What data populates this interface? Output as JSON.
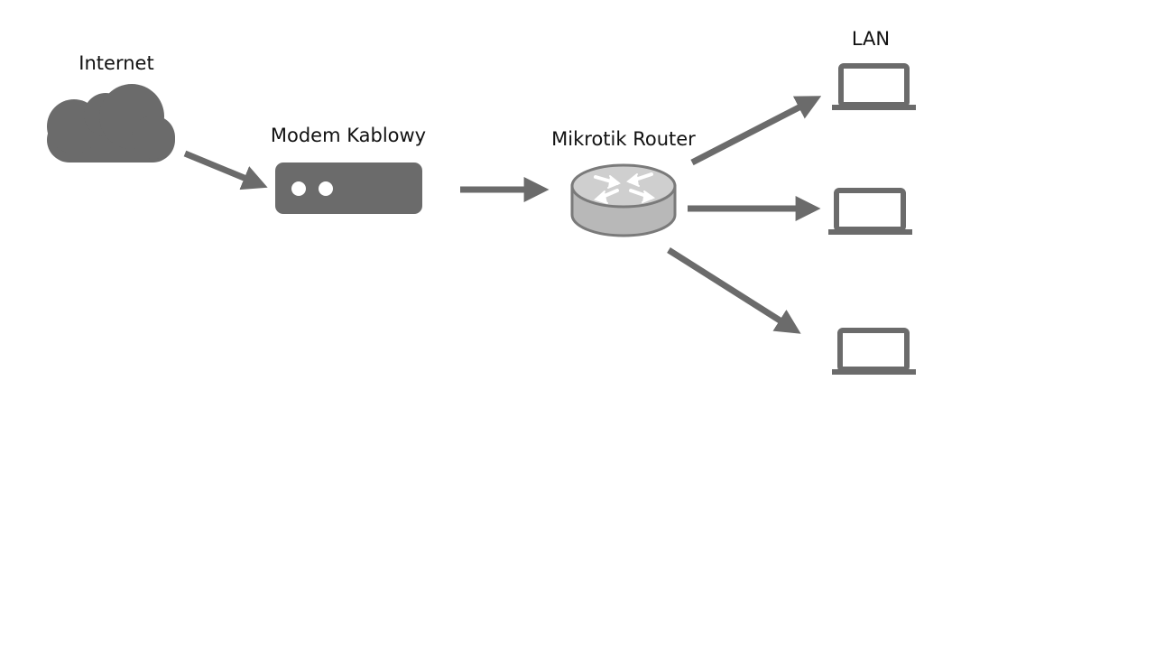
{
  "labels": {
    "internet": "Internet",
    "modem": "Modem Kablowy",
    "router": "Mikrotik Router",
    "lan": "LAN"
  },
  "nodes": {
    "internet_icon": "cloud-icon",
    "modem_icon": "modem-icon",
    "router_icon": "router-icon",
    "lan_icons": [
      "laptop-icon",
      "laptop-icon",
      "laptop-icon"
    ]
  },
  "colors": {
    "icon_fill": "#6b6b6b",
    "router_body": "#b8b8b8",
    "router_top": "#cfcfcf",
    "router_outline": "#7a7a7a",
    "router_arrows": "#ffffff",
    "label_text": "#111111",
    "background": "#ffffff"
  }
}
